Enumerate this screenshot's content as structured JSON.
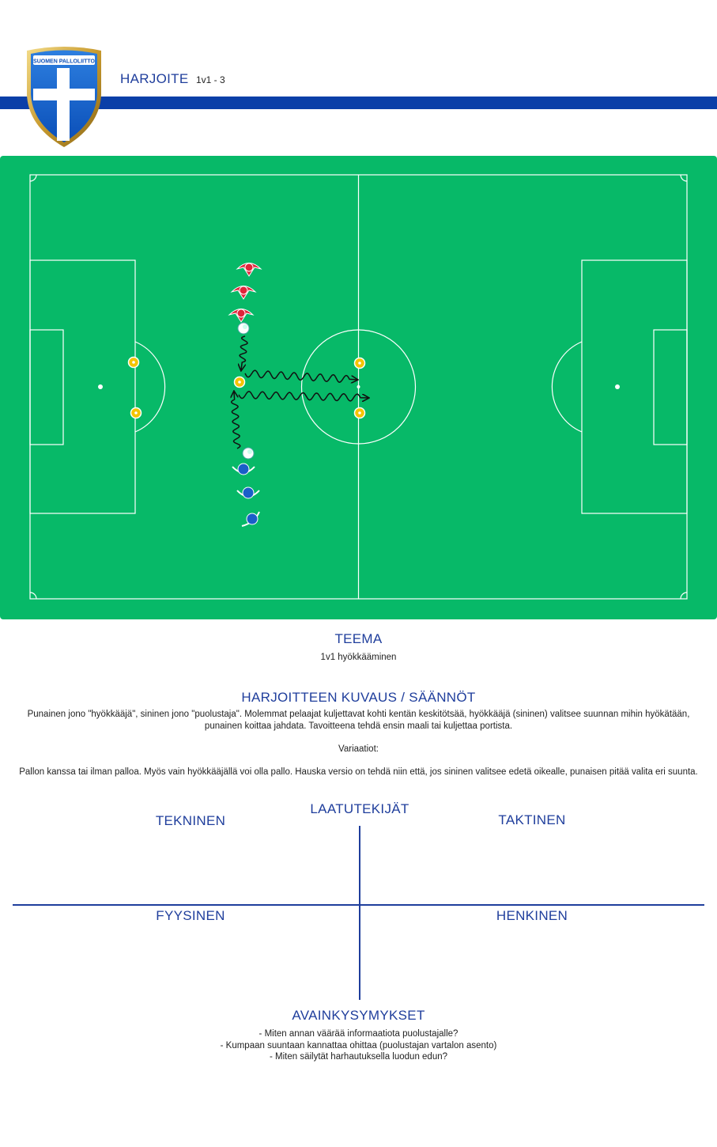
{
  "header": {
    "crest_text": "SUOMEN PALLOLIITTO",
    "title": "HARJOITE",
    "code": "1v1 - 3"
  },
  "colors": {
    "brand_blue": "#0a3fa8",
    "pitch_green": "#07b968",
    "attacker_red": "#e0243a",
    "defender_blue": "#1a5fc8",
    "cone_yellow": "#f5c400",
    "text_blue": "#1f3e9c"
  },
  "icons": {
    "crest": "finnish-fa-crest-icon",
    "red_player": "red-player-icon",
    "blue_player": "blue-player-icon",
    "cone": "cone-icon",
    "ball": "ball-icon",
    "dribble_arrow": "dribble-arrow-icon"
  },
  "theme": {
    "title": "TEEMA",
    "text": "1v1 hyökkääminen"
  },
  "description": {
    "title": "HARJOITTEEN KUVAUS / SÄÄNNÖT",
    "paragraph1": "Punainen jono \"hyökkääjä\", sininen jono \"puolustaja\". Molemmat pelaajat kuljettavat kohti kentän keskitötsää, hyökkääjä (sininen) valitsee suunnan mihin hyökätään,",
    "paragraph1b": "punainen koittaa jahdata. Tavoitteena tehdä ensin maali tai kuljettaa portista.",
    "variations_label": "Variaatiot:",
    "variations_text": "Pallon kanssa tai ilman palloa. Myös vain hyökkääjällä voi olla pallo. Hauska versio on tehdä niin että, jos sininen valitsee edetä oikealle, punaisen pitää valita eri suunta."
  },
  "quality": {
    "title": "LAATUTEKIJÄT",
    "technical": "TEKNINEN",
    "tactical": "TAKTINEN",
    "physical": "FYYSINEN",
    "mental": "HENKINEN"
  },
  "key_questions": {
    "title": "AVAINKYSYMYKSET",
    "items": [
      "- Miten annan väärää informaatiota puolustajalle?",
      "- Kumpaan suuntaan kannattaa ohittaa (puolustajan vartalon asento)",
      "- Miten säilytät harhautuksella luodun edun?"
    ]
  }
}
